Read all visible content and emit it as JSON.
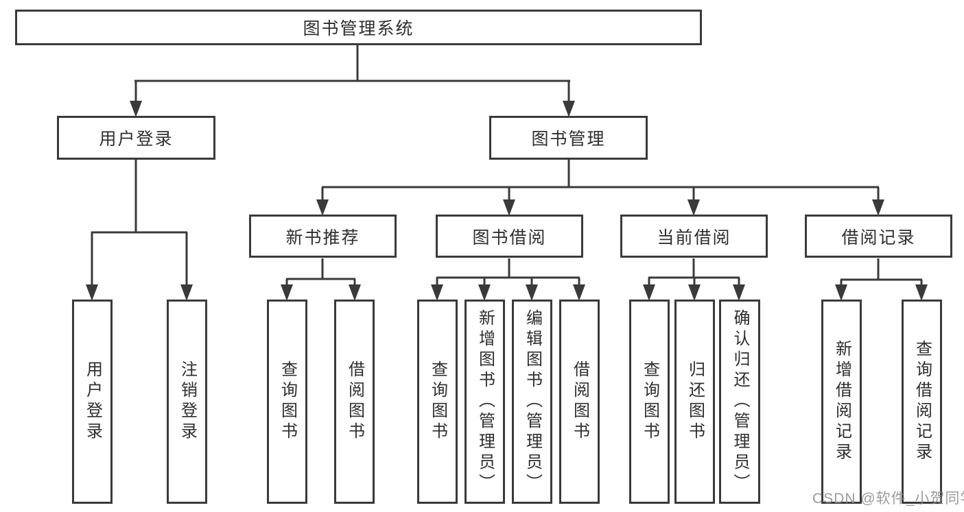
{
  "tree": {
    "title": "图书管理系统",
    "children": [
      {
        "label": "用户登录",
        "children": [
          {
            "label": "用户登录"
          },
          {
            "label": "注销登录"
          }
        ]
      },
      {
        "label": "图书管理",
        "children": [
          {
            "label": "新书推荐",
            "children": [
              {
                "label": "查询图书"
              },
              {
                "label": "借阅图书"
              }
            ]
          },
          {
            "label": "图书借阅",
            "children": [
              {
                "label": "查询图书"
              },
              {
                "label": "新增图书（管理员）"
              },
              {
                "label": "编辑图书（管理员）"
              },
              {
                "label": "借阅图书"
              }
            ]
          },
          {
            "label": "当前借阅",
            "children": [
              {
                "label": "查询图书"
              },
              {
                "label": "归还图书"
              },
              {
                "label": "确认归还（管理员）"
              }
            ]
          },
          {
            "label": "借阅记录",
            "children": [
              {
                "label": "新增借阅记录"
              },
              {
                "label": "查询借阅记录"
              }
            ]
          }
        ]
      }
    ]
  },
  "watermark": {
    "text": "CSDN @软件_小贺同学"
  },
  "colors": {
    "line": "#3a3a3c",
    "text": "#2e2e30",
    "watermark": "#898989",
    "background": "#ffffff"
  }
}
